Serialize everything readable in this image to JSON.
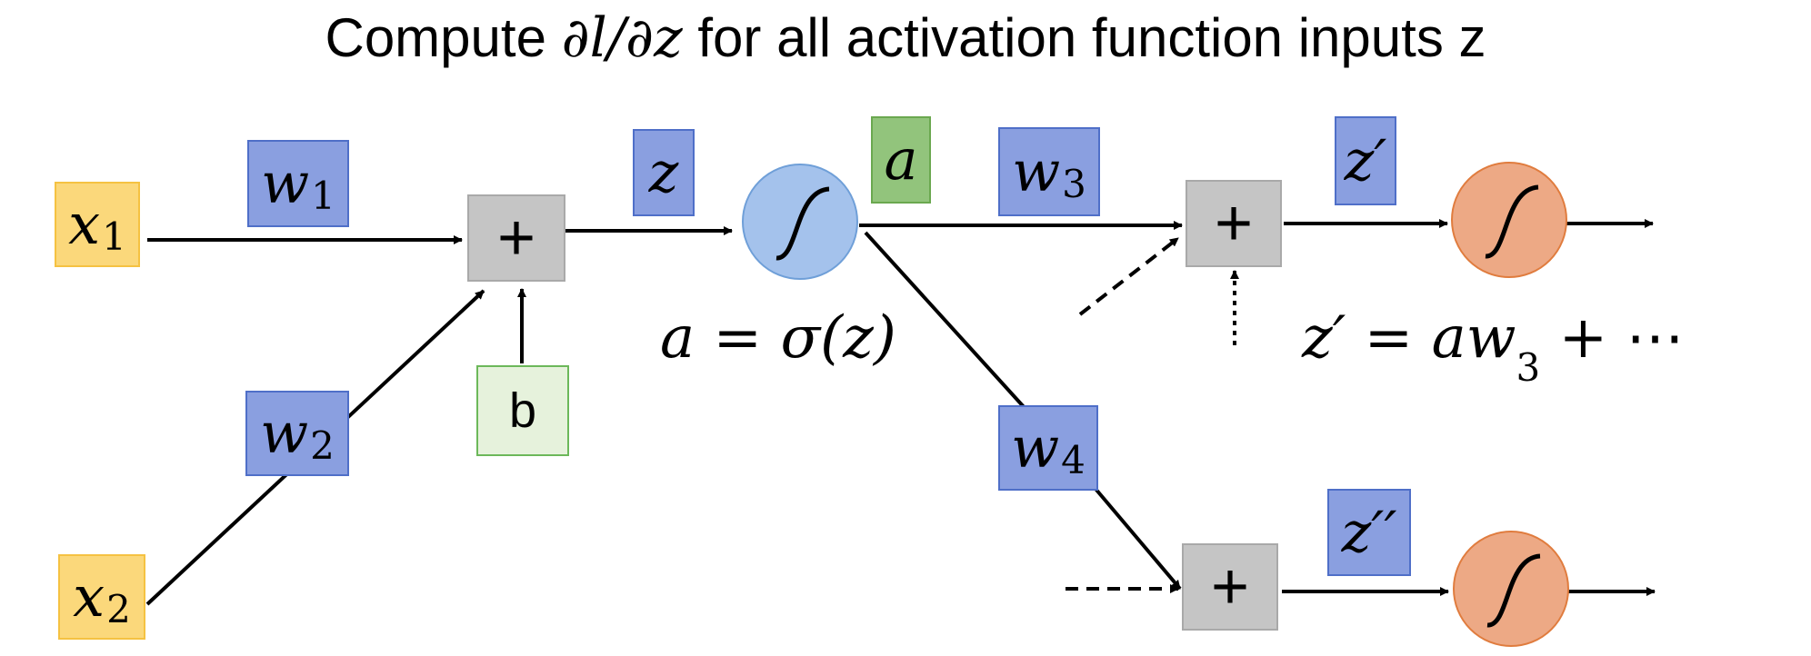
{
  "title": {
    "prefix": "Compute ",
    "math": "∂l/∂z",
    "suffix": " for all activation function inputs z"
  },
  "nodes": {
    "x1": {
      "base": "x",
      "sub": "1"
    },
    "x2": {
      "base": "x",
      "sub": "2"
    },
    "w1": {
      "base": "w",
      "sub": "1"
    },
    "w2": {
      "base": "w",
      "sub": "2"
    },
    "w3": {
      "base": "w",
      "sub": "3"
    },
    "w4": {
      "base": "w",
      "sub": "4"
    },
    "z": "z",
    "a": "a",
    "b": "b",
    "z_prime": "z′",
    "z_double_prime": "z′′",
    "plus": "+"
  },
  "equations": {
    "a_eq": {
      "lhs": "a",
      "mid": " = ",
      "rhs": "σ(z)"
    },
    "zp_eq": {
      "lhs": "z′",
      "mid": " = ",
      "rhs": "aw",
      "sub": "3",
      "tail": " + ⋯"
    }
  },
  "colors": {
    "input": "#fbd87b",
    "weight": "#8a9fe0",
    "activation_output": "#92c47c",
    "bias": "#e6f2dc",
    "sum": "#c5c5c5",
    "neuron_hidden": "#a4c2ec",
    "neuron_next": "#eda985"
  }
}
